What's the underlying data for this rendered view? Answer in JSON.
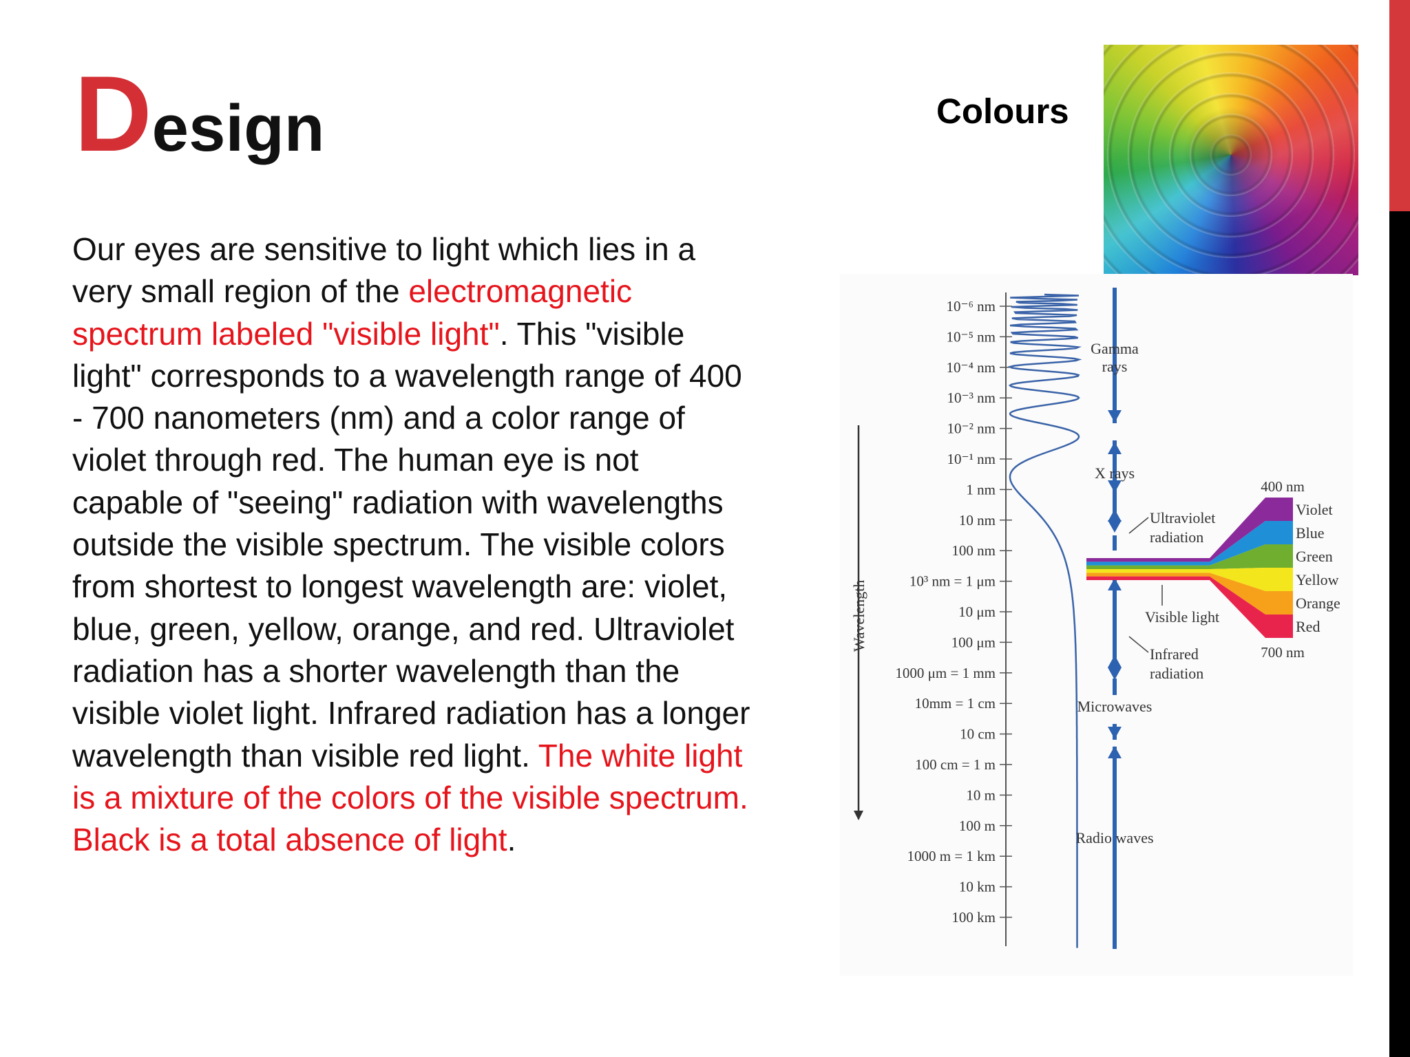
{
  "slide": {
    "title_initial": "D",
    "title_rest": "esign",
    "paragraph": [
      {
        "text": "Our eyes are sensitive to light which lies in a very small region of the ",
        "highlight": false
      },
      {
        "text": "electromagnetic spectrum labeled \"visible light\"",
        "highlight": true
      },
      {
        "text": ". This \"visible light\" corresponds to a wavelength range of 400 - 700 nanometers (nm) and a color range of violet through red. The human eye is not capable of \"seeing\" radiation with wavelengths outside the visible spectrum. The visible colors from shortest to longest wavelength are: violet, blue, green, yellow, orange, and red. Ultraviolet radiation has a shorter wavelength than the visible violet light. Infrared radiation has a longer wavelength than visible red light. ",
        "highlight": false
      },
      {
        "text": "The white light is a mixture of the colors of the visible spectrum. Black is a total absence of light",
        "highlight": true
      },
      {
        "text": ".",
        "highlight": false
      }
    ],
    "colours_label": "Colours",
    "colors": {
      "accent_red": "#e6141b",
      "title_red": "#d32f34",
      "edge_red": "#d5383b",
      "arrow_blue": "#2d62b0"
    }
  },
  "spectrum_diagram": {
    "axis_label": "Wavelength",
    "scale_ticks": [
      "10⁻⁶ nm",
      "10⁻⁵ nm",
      "10⁻⁴ nm",
      "10⁻³ nm",
      "10⁻² nm",
      "10⁻¹ nm",
      "1 nm",
      "10 nm",
      "100 nm",
      "10³ nm = 1 μm",
      "10 μm",
      "100 μm",
      "1000 μm = 1 mm",
      "10mm = 1 cm",
      "10 cm",
      "100 cm = 1 m",
      "10 m",
      "100 m",
      "1000 m = 1 km",
      "10 km",
      "100 km"
    ],
    "bands": {
      "gamma_1": "Gamma",
      "gamma_2": "rays",
      "xrays": "X rays",
      "uv_1": "Ultraviolet",
      "uv_2": "radiation",
      "visible": "Visible light",
      "ir_1": "Infrared",
      "ir_2": "radiation",
      "microwaves": "Microwaves",
      "radio": "Radio waves"
    },
    "visible_range": {
      "start": "400 nm",
      "end": "700 nm"
    },
    "visible_colors": [
      {
        "name": "Violet",
        "hex": "#8b2a9a"
      },
      {
        "name": "Blue",
        "hex": "#1f8fd8"
      },
      {
        "name": "Green",
        "hex": "#6fae2e"
      },
      {
        "name": "Yellow",
        "hex": "#f4e61c"
      },
      {
        "name": "Orange",
        "hex": "#f7a11a"
      },
      {
        "name": "Red",
        "hex": "#e8244d"
      }
    ]
  }
}
